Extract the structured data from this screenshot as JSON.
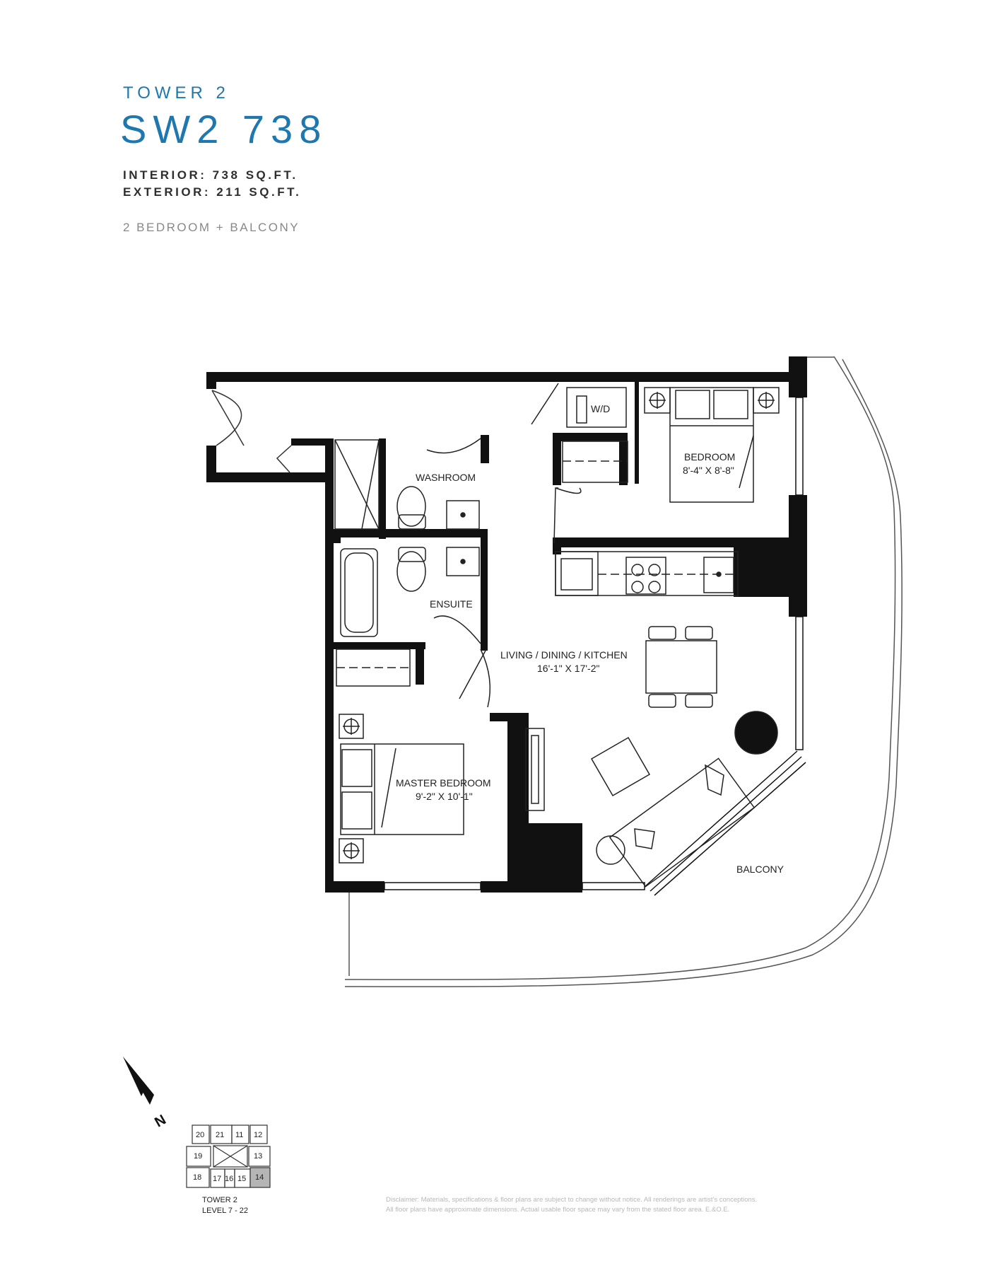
{
  "header": {
    "tower": "TOWER 2",
    "unit": "SW2 738",
    "interior": "INTERIOR: 738 SQ.FT.",
    "exterior": "EXTERIOR: 211 SQ.FT.",
    "type": "2 BEDROOM + BALCONY"
  },
  "rooms": {
    "wd": "W/D",
    "bedroom_name": "BEDROOM",
    "bedroom_dim": "8'-4\" X 8'-8\"",
    "washroom": "WASHROOM",
    "ensuite": "ENSUITE",
    "living_name": "LIVING / DINING / KITCHEN",
    "living_dim": "16'-1\" X 17'-2\"",
    "master_name": "MASTER BEDROOM",
    "master_dim": "9'-2\" X 10'-1\"",
    "balcony": "BALCONY"
  },
  "compass": {
    "letter": "N"
  },
  "keyplan": {
    "units": [
      "20",
      "21",
      "11",
      "12",
      "19",
      "13",
      "18",
      "17",
      "16",
      "15",
      "14"
    ],
    "highlighted": "14",
    "highlight_color": "#b5b5b5",
    "caption_line1": "TOWER 2",
    "caption_line2": "LEVEL 7 - 22"
  },
  "disclaimer": {
    "line1": "Disclaimer: Materials, specifications & floor plans are subject to change without notice. All renderings are artist's conceptions.",
    "line2": "All floor plans have approximate dimensions. Actual usable floor space may vary from the stated floor area. E.&O.E."
  },
  "colors": {
    "accent": "#1e78ae",
    "wall": "#111111"
  }
}
